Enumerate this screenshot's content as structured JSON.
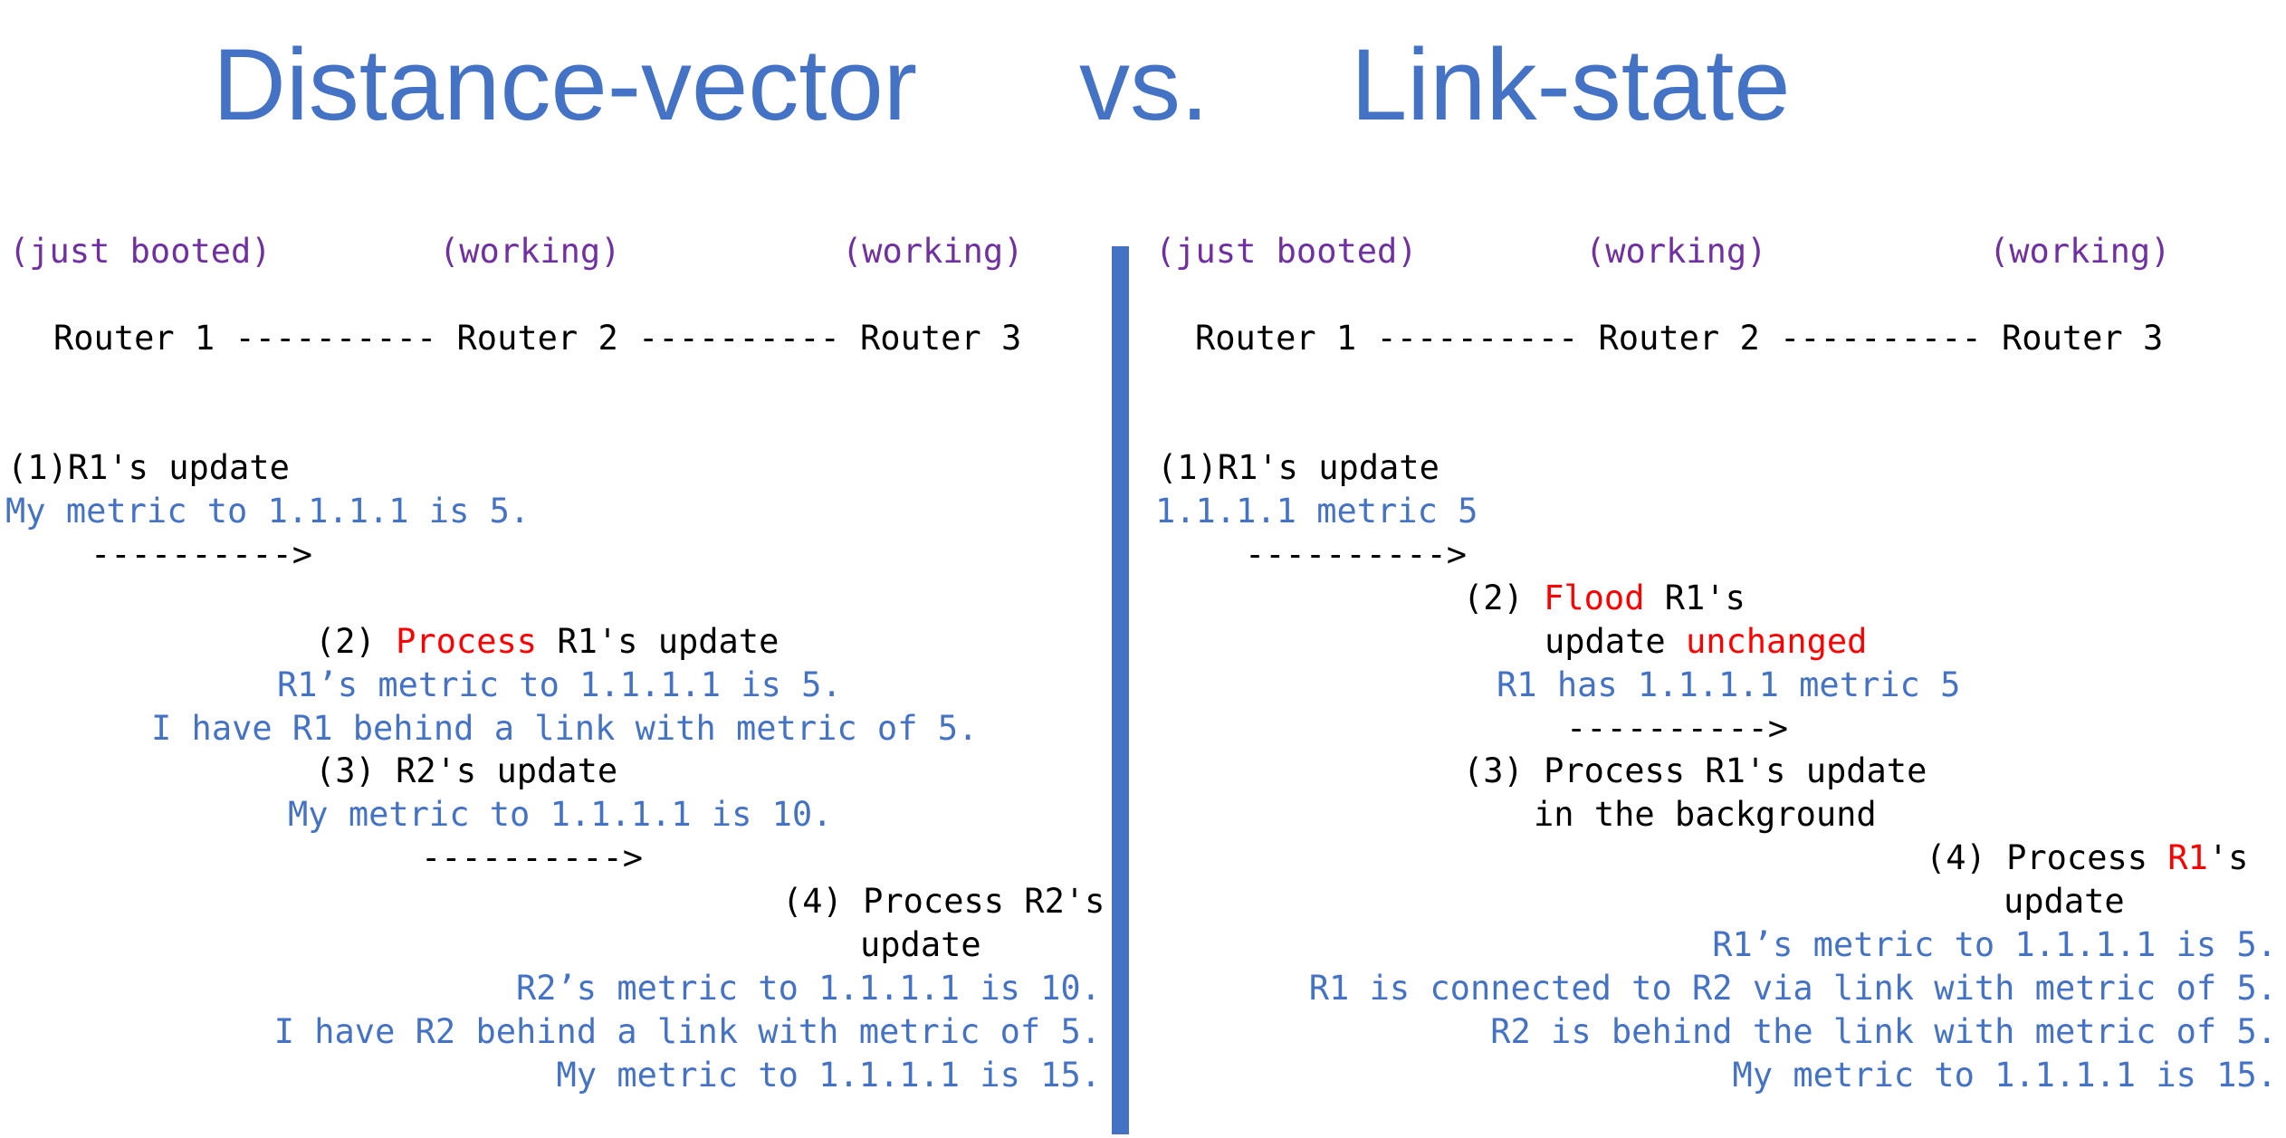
{
  "title": {
    "left": "Distance-vector",
    "vs": "vs.",
    "right": "Link-state"
  },
  "colors": {
    "accent_blue": "#4472C4",
    "message_blue": "#4472C4",
    "state_purple": "#7030A0",
    "highlight_red": "#FF0000",
    "text_black": "#000000",
    "divider_blue": "#4472C4"
  },
  "left": {
    "states": [
      "(just booted)",
      "(working)",
      "(working)"
    ],
    "router_line": "Router 1 ---------- Router 2 ---------- Router 3",
    "step1_title": "(1)R1's update",
    "step1_msg": "My metric to 1.1.1.1 is 5.",
    "arrow": "---------->",
    "step2_pre": "(2) ",
    "step2_red": "Process",
    "step2_post": " R1's update",
    "step2_msg1": "R1’s metric to 1.1.1.1 is 5.",
    "step2_msg2": "I have R1 behind a link with metric of 5.",
    "step3_title": "(3) R2's update",
    "step3_msg": "My metric to 1.1.1.1 is 10.",
    "step4_title1": "(4) Process R2's",
    "step4_title2": "update",
    "step4_msg1": "R2’s metric to 1.1.1.1 is 10.",
    "step4_msg2": "I have R2 behind a link with metric of 5.",
    "step4_msg3": "My metric to 1.1.1.1 is 15."
  },
  "right": {
    "states": [
      "(just booted)",
      "(working)",
      "(working)"
    ],
    "router_line": "Router 1 ---------- Router 2 ---------- Router 3",
    "step1_title": "(1)R1's update",
    "step1_msg": "1.1.1.1 metric 5",
    "arrow": "---------->",
    "step2_pre": "(2) ",
    "step2_red": "Flood",
    "step2_post": " R1's",
    "step2b_black": "update ",
    "step2b_red": "unchanged",
    "step2_msg": "R1 has 1.1.1.1 metric 5",
    "step3_title1": "(3) Process R1's update",
    "step3_title2": "in the background",
    "step4_pre": "(4) Process ",
    "step4_red": "R1",
    "step4_post": "'s",
    "step4_title2": "update",
    "step4_msg1": "R1’s metric to 1.1.1.1 is 5.",
    "step4_msg2": "R1 is connected to R2 via link with metric of 5.",
    "step4_msg3": "R2 is behind the link with metric of 5.",
    "step4_msg4": "My metric to 1.1.1.1 is 15."
  }
}
